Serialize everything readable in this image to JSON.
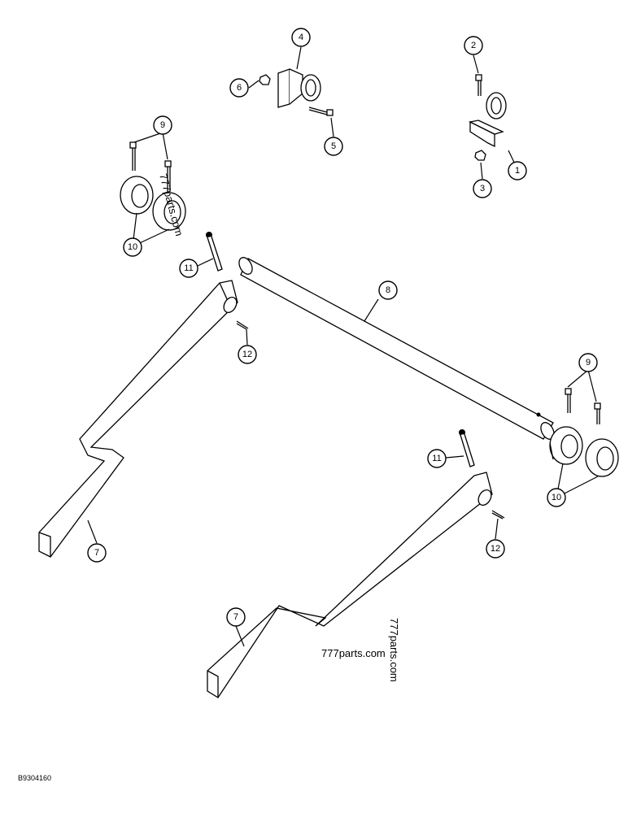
{
  "figure_code": "B9304160",
  "watermarks": [
    "777parts.com",
    "777parts.com",
    "777parts.com"
  ],
  "callouts": [
    {
      "id": "c1",
      "label": "1"
    },
    {
      "id": "c2",
      "label": "2"
    },
    {
      "id": "c3",
      "label": "3"
    },
    {
      "id": "c4",
      "label": "4"
    },
    {
      "id": "c5",
      "label": "5"
    },
    {
      "id": "c6",
      "label": "6"
    },
    {
      "id": "c7a",
      "label": "7"
    },
    {
      "id": "c7b",
      "label": "7"
    },
    {
      "id": "c8",
      "label": "8"
    },
    {
      "id": "c9a",
      "label": "9"
    },
    {
      "id": "c9b",
      "label": "9"
    },
    {
      "id": "c10a",
      "label": "10"
    },
    {
      "id": "c10b",
      "label": "10"
    },
    {
      "id": "c11a",
      "label": "11"
    },
    {
      "id": "c11b",
      "label": "11"
    },
    {
      "id": "c12a",
      "label": "12"
    },
    {
      "id": "c12b",
      "label": "12"
    }
  ]
}
